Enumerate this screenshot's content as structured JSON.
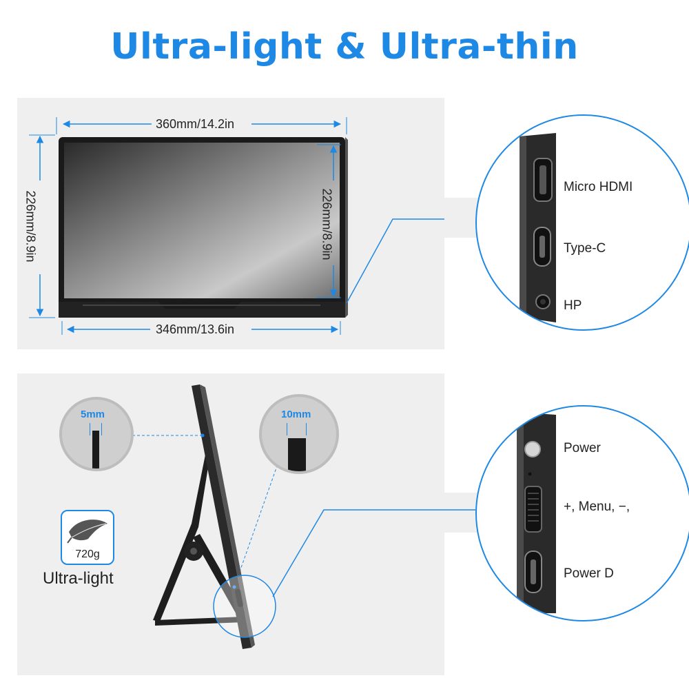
{
  "title": "Ultra-light & Ultra-thin",
  "dimensions": {
    "width_top": "360mm/14.2in",
    "height_left": "226mm/8.9in",
    "height_right": "226mm/8.9in",
    "width_bottom": "346mm/13.6in"
  },
  "side_ports_top": [
    "Micro HDMI",
    "Type-C",
    "HP"
  ],
  "thickness": {
    "thin": "5mm",
    "thick": "10mm"
  },
  "weight": {
    "value": "720g",
    "label": "Ultra-light",
    "icon": "feather-icon"
  },
  "side_ports_bottom": [
    "Power",
    "+,  Menu, −,",
    "Power D"
  ],
  "colors": {
    "accent": "#1e88e5",
    "panel": "#efefef",
    "title": "#1e88e5"
  }
}
